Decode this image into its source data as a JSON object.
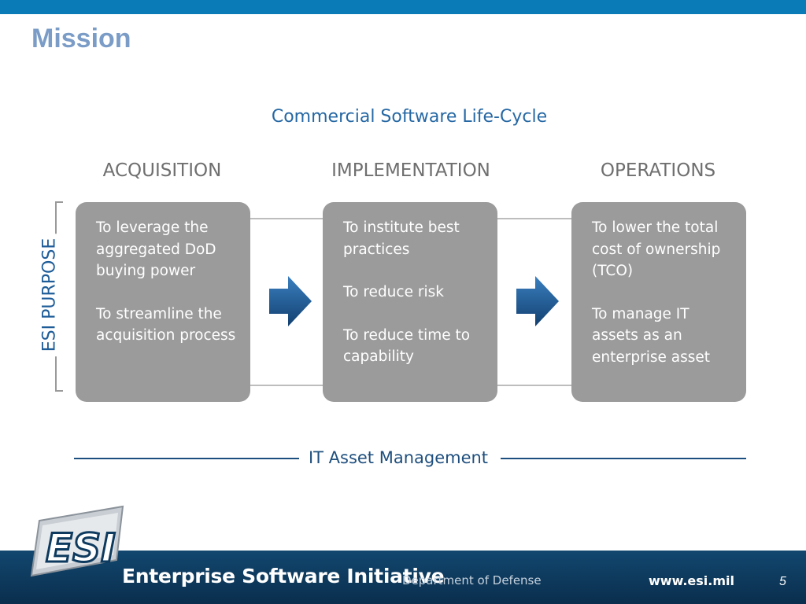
{
  "slide": {
    "title": "Mission",
    "page_number": "5"
  },
  "diagram": {
    "title": "Commercial Software Life-Cycle",
    "side_label": "ESI PURPOSE",
    "bottom_label": "IT Asset Management",
    "phases": [
      {
        "heading": "ACQUISITION",
        "lines": [
          "To leverage the aggregated DoD buying power",
          "To streamline the acquisition process"
        ]
      },
      {
        "heading": "IMPLEMENTATION",
        "lines": [
          "To institute best practices",
          "To reduce risk",
          "To reduce time to capability"
        ]
      },
      {
        "heading": "OPERATIONS",
        "lines": [
          "To lower the total cost of ownership (TCO)",
          "To manage IT assets as an enterprise asset"
        ]
      }
    ]
  },
  "footer": {
    "logo_text": "ESI",
    "name": "Enterprise Software Initiative",
    "department": "Department of Defense",
    "url": "www.esi.mil"
  },
  "colors": {
    "top_bar": "#0b7bb8",
    "box_fill": "#9b9b9b",
    "accent_blue": "#1f5d99",
    "footer": "#0d3a5e"
  }
}
